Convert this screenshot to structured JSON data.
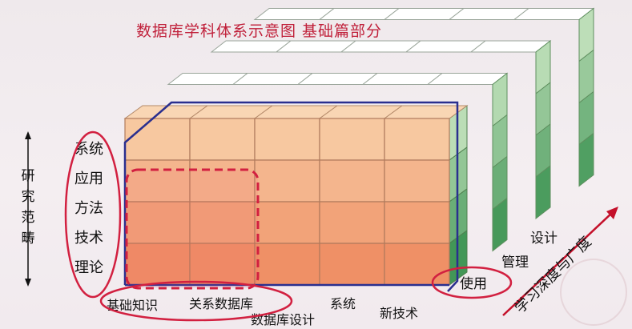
{
  "title": "数据库学科体系示意图    基础篇部分",
  "vertical_axis": {
    "label": "研\n究\n范\n畴",
    "levels": [
      "系统",
      "应用",
      "方法",
      "技术",
      "理论"
    ]
  },
  "horizontal_axis": {
    "items": [
      "基础知识",
      "关系数据库",
      "数据库设计",
      "系统",
      "新技术"
    ]
  },
  "depth_axis": {
    "label": "学习深度与广度",
    "levels": [
      "使用",
      "管理",
      "设计"
    ]
  },
  "colors": {
    "title": "#c0203a",
    "front_top": "#f7c8a0",
    "front_bottom": "#ef9066",
    "side_green_light": "#cfe9c6",
    "side_green_dark": "#2e8b47",
    "back_white": "#ffffff",
    "outline_blue": "#2a2f8f",
    "highlight_red": "#d22040"
  }
}
